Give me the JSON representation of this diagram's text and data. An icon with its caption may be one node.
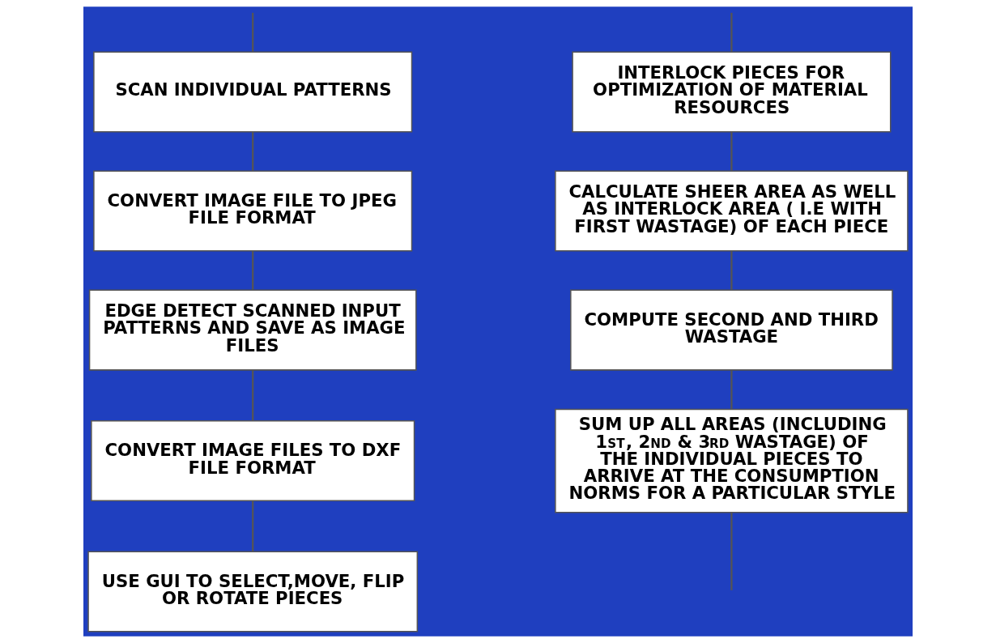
{
  "diagram": {
    "nodes": [
      {
        "text": [
          "SCAN INDIVIDUAL PATTERNS"
        ]
      },
      {
        "text": [
          "CONVERT IMAGE FILE TO JPEG FILE FORMAT"
        ]
      },
      {
        "text": [
          "EDGE DETECT SCANNED INPUT PATTERNS AND SAVE AS IMAGE FILES"
        ]
      },
      {
        "text": [
          "CONVERT IMAGE FILES TO DXF FILE FORMAT"
        ]
      },
      {
        "text": [
          "USE GUI TO SELECT,MOVE, FLIP OR ROTATE PIECES"
        ]
      },
      {
        "text": [
          "INTERLOCK PIECES FOR OPTIMIZATION OF MATERIAL RESOURCES"
        ]
      },
      {
        "text": [
          "CALCULATE SHEER AREA AS WELL AS INTERLOCK AREA ( I.E WITH FIRST WASTAGE) OF EACH PIECE"
        ]
      },
      {
        "text": [
          "COMPUTE SECOND AND THIRD WASTAGE"
        ]
      },
      {
        "text": [
          "SUM UP ALL AREAS (INCLUDING 1$^{ST}$, 2$^{ND}$ & 3$^{RD}$ WASTAGE) OF THE INDIVIDUAL PIECES TO ARRIVE AT THE CONSUMPTION NORMS FOR A PARTICULAR STYLE"
        ]
      }
    ],
    "edges": [
      {
        "from": null,
        "to": 0,
        "arrow": "none"
      },
      {
        "from": 0,
        "to": 1,
        "arrow": "none"
      },
      {
        "from": 1,
        "to": 2,
        "arrow": "none"
      },
      {
        "from": 2,
        "to": 3,
        "arrow": "none"
      },
      {
        "from": 3,
        "to": 4,
        "arrow": "none"
      },
      {
        "from": null,
        "to": 5,
        "arrow": "none"
      },
      {
        "from": 5,
        "to": 6,
        "arrow": "none"
      },
      {
        "from": 6,
        "to": 7,
        "arrow": "none"
      },
      {
        "from": 7,
        "to": 8,
        "arrow": "none"
      },
      {
        "from": 8,
        "to": null,
        "arrow": "none"
      }
    ]
  }
}
